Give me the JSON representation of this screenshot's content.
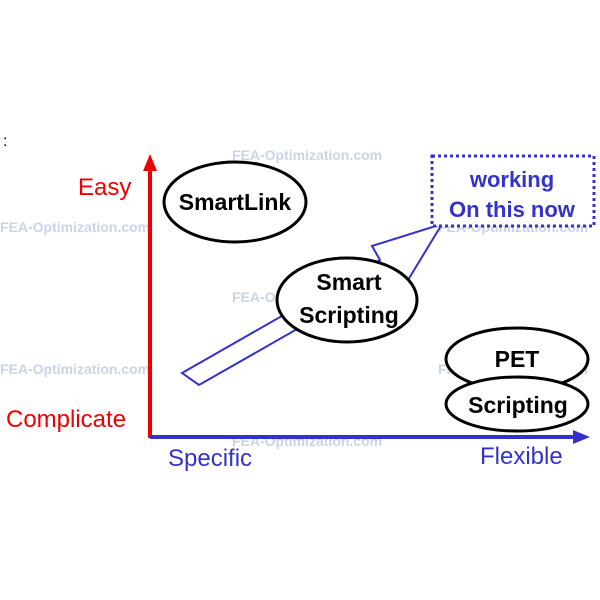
{
  "colors": {
    "vertical_axis": "#ee0000",
    "horizontal_axis": "#3333cc",
    "note": "#3333cc",
    "watermark": "#c8d4e6",
    "node_border": "#000000"
  },
  "stray_mark": ":",
  "watermark": "FEA-Optimization.com",
  "y_axis": {
    "top_label": "Easy",
    "bottom_label": "Complicate"
  },
  "x_axis": {
    "left_label": "Specific",
    "right_label": "Flexible"
  },
  "nodes": {
    "smartlink": {
      "label": "SmartLink"
    },
    "smart_scripting": {
      "line1": "Smart",
      "line2": "Scripting"
    },
    "pet": {
      "label": "PET"
    },
    "scripting": {
      "label": "Scripting"
    }
  },
  "note": {
    "line1": "working",
    "line2": "On this now"
  }
}
